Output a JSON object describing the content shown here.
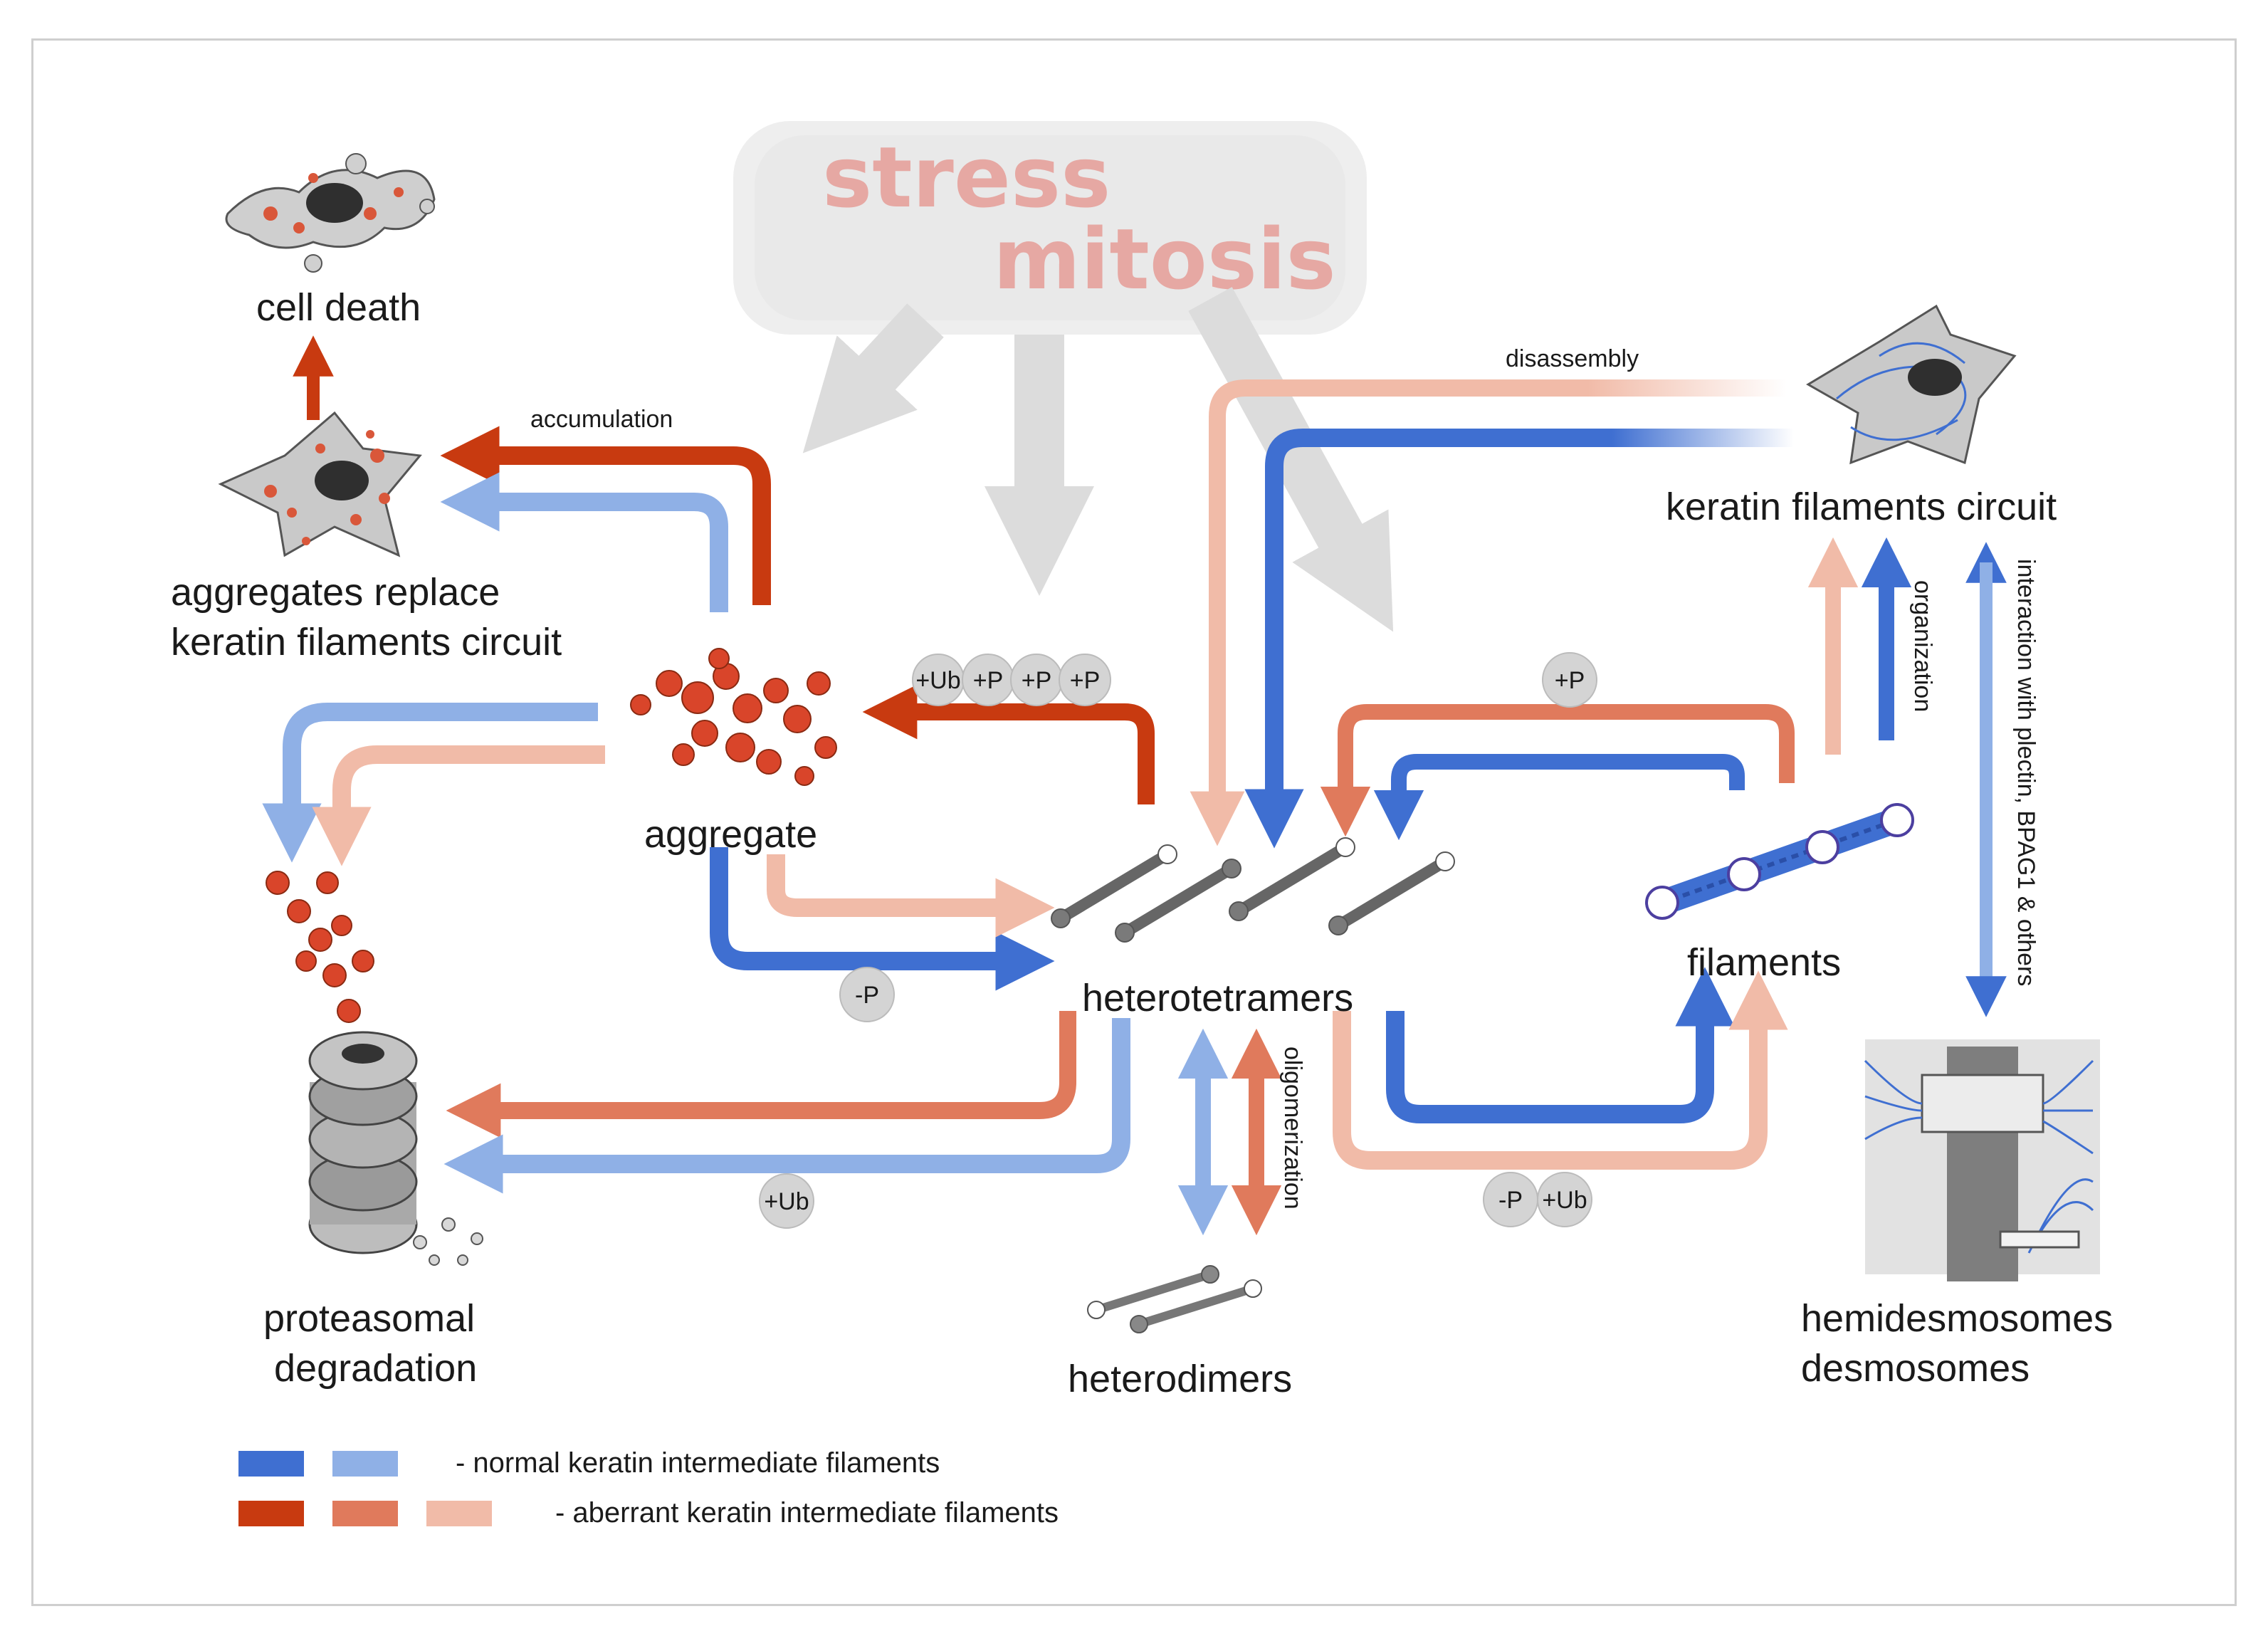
{
  "stress_box": {
    "line1": "stress",
    "line2": "mitosis"
  },
  "labels": {
    "cell_death": "cell death",
    "aggregates_replace_1": "aggregates replace",
    "aggregates_replace_2": "keratin filaments circuit",
    "aggregate": "aggregate",
    "heterotetramers": "heterotetramers",
    "heterodimers": "heterodimers",
    "filaments": "filaments",
    "keratin_circuit": "keratin filaments circuit",
    "proteasomal_1": "proteasomal",
    "proteasomal_2": "degradation",
    "hemides_1": "hemidesmosomes",
    "hemides_2": "desmosomes"
  },
  "arrow_labels": {
    "accumulation": "accumulation",
    "disassembly": "disassembly",
    "organization": "organization",
    "interaction": "interaction with plectin, BPAG1 & others",
    "oligomerization": "oligomerization"
  },
  "badges": {
    "ub_p_group": [
      "+Ub",
      "+P",
      "+P",
      "+P"
    ],
    "plus_p": "+P",
    "minus_p": "-P",
    "plus_ub": "+Ub",
    "minus_p_ub": [
      "-P",
      "+Ub"
    ]
  },
  "legend": {
    "normal": "- normal keratin intermediate filaments",
    "aberrant": "- aberrant keratin intermediate filaments",
    "normal_colors": [
      "#3f6fd1",
      "#8fb0e6"
    ],
    "aberrant_colors": [
      "#c83a10",
      "#e07a5c",
      "#f1bba8"
    ]
  },
  "colors": {
    "blue_dark": "#3f6fd1",
    "blue_light": "#8fb0e6",
    "red_dark": "#c83a10",
    "red_mid": "#e07a5c",
    "red_light": "#f1bba8"
  }
}
